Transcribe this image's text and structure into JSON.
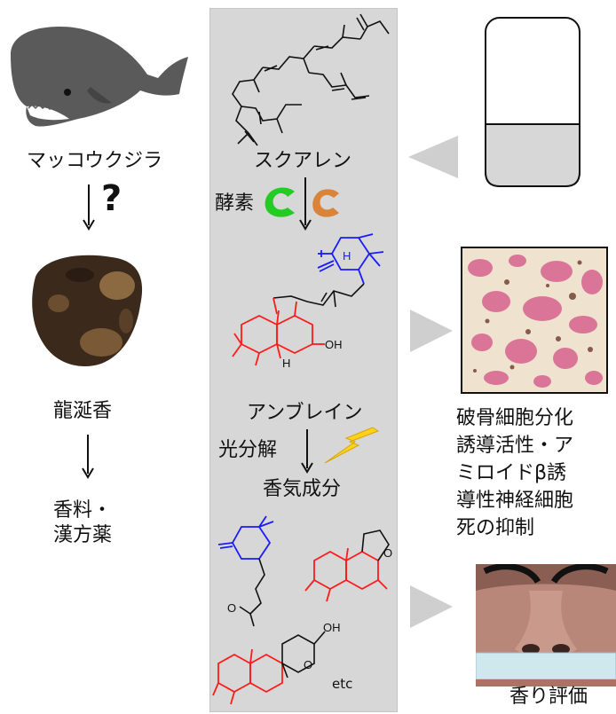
{
  "left": {
    "whale_label": "マッコウクジラ",
    "question_mark": "?",
    "ambergris_label": "龍涎香",
    "uses_line1": "香料・",
    "uses_line2": "漢方薬"
  },
  "center": {
    "squalene_label": "スクアレン",
    "enzyme_label": "酵素",
    "ambrein_label": "アンブレイン",
    "hydroxyl_label": "OH",
    "hydrogen_label": "H",
    "photolysis_label": "光分解",
    "aroma_label": "香気成分",
    "cyclic_oxygen_label": "O",
    "ketone_oxygen_label": "O",
    "ether_oxygen_label": "O",
    "hemiacetal_oh_label": "OH",
    "etc_label": "etc"
  },
  "right": {
    "activity_lines": [
      "破骨細胞分化",
      "誘導活性・ア",
      "ミロイドβ誘",
      "導性神経細胞",
      "死の抑制"
    ],
    "evaluation_label": "香り評価"
  },
  "colors": {
    "panel_gray": "#d7d7d7",
    "arrow_gray": "#cfcfcf",
    "enzyme_green": "#22cc22",
    "enzyme_orange": "#d9843a",
    "structure_blue": "#1a1aff",
    "structure_red": "#ff1a1a",
    "lightning_yellow": "#ffd21a",
    "stain_pink": "#d86a93"
  }
}
